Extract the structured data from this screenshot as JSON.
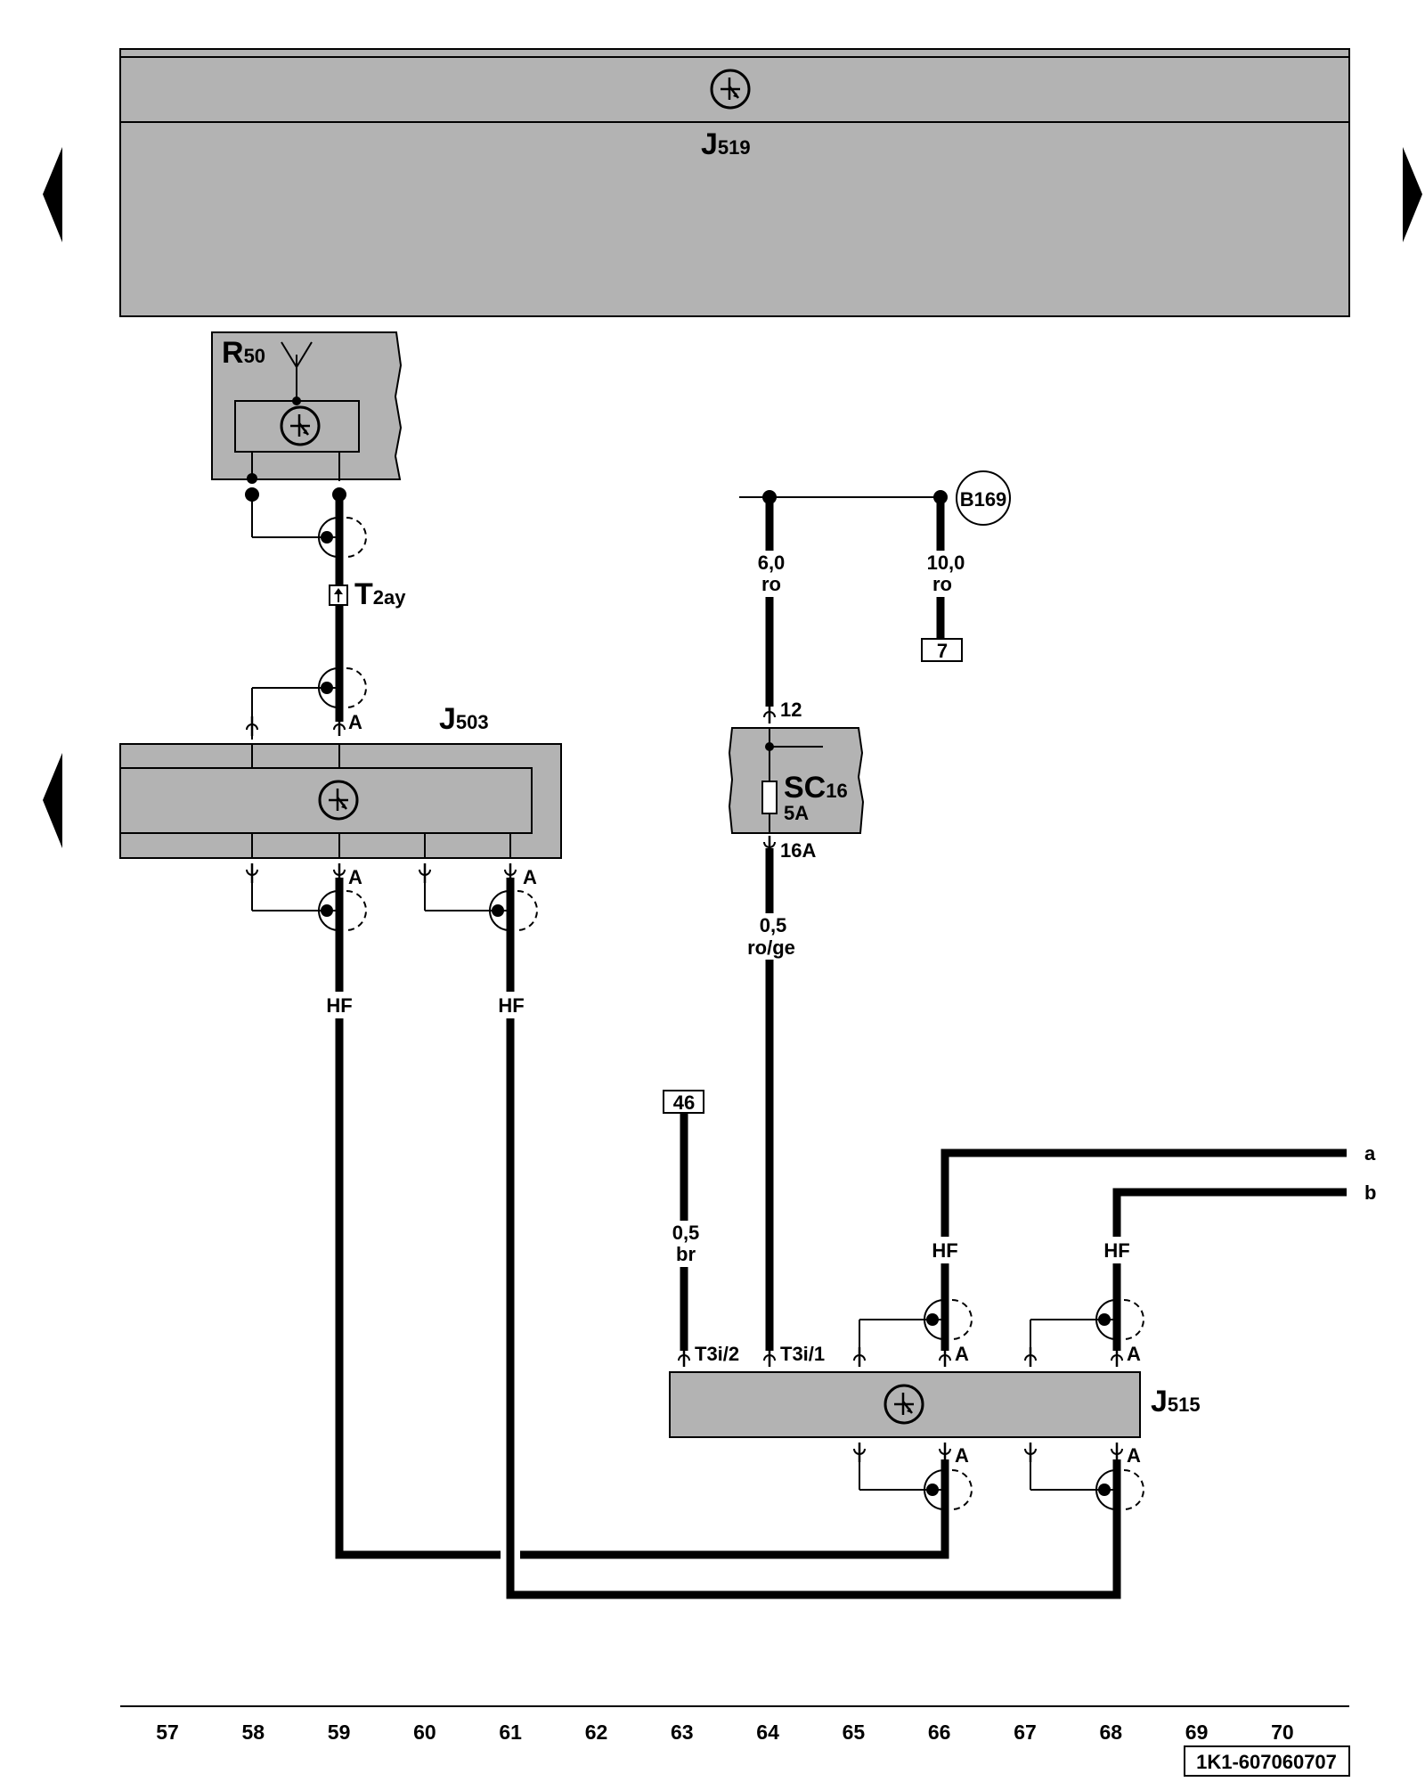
{
  "components": {
    "j519": {
      "main": "J",
      "sub": "519"
    },
    "r50": {
      "main": "R",
      "sub": "50"
    },
    "t2ay": {
      "main": "T",
      "sub": "2ay"
    },
    "j503": {
      "main": "J",
      "sub": "503"
    },
    "sc16": {
      "main": "SC",
      "sub": "16",
      "rating": "5A"
    },
    "j515": {
      "main": "J",
      "sub": "515"
    },
    "b169": "B169"
  },
  "pins": {
    "r50_conn": "A",
    "sc16_in": "12",
    "sc16_out": "16A",
    "j515_p2": "T3i/2",
    "j515_p1": "T3i/1",
    "a": "A"
  },
  "wires": {
    "w64_top": {
      "size": "6,0",
      "color": "ro"
    },
    "w66_top": {
      "size": "10,0",
      "color": "ro"
    },
    "w64_mid": {
      "size": "0,5",
      "color": "ro/ge"
    },
    "w63": {
      "size": "0,5",
      "color": "br"
    },
    "hf": "HF"
  },
  "refs": {
    "r7": "7",
    "r46": "46",
    "a": "a",
    "b": "b"
  },
  "columns": [
    "57",
    "58",
    "59",
    "60",
    "61",
    "62",
    "63",
    "64",
    "65",
    "66",
    "67",
    "68",
    "69",
    "70"
  ],
  "diagram_id": "1K1-607060707"
}
